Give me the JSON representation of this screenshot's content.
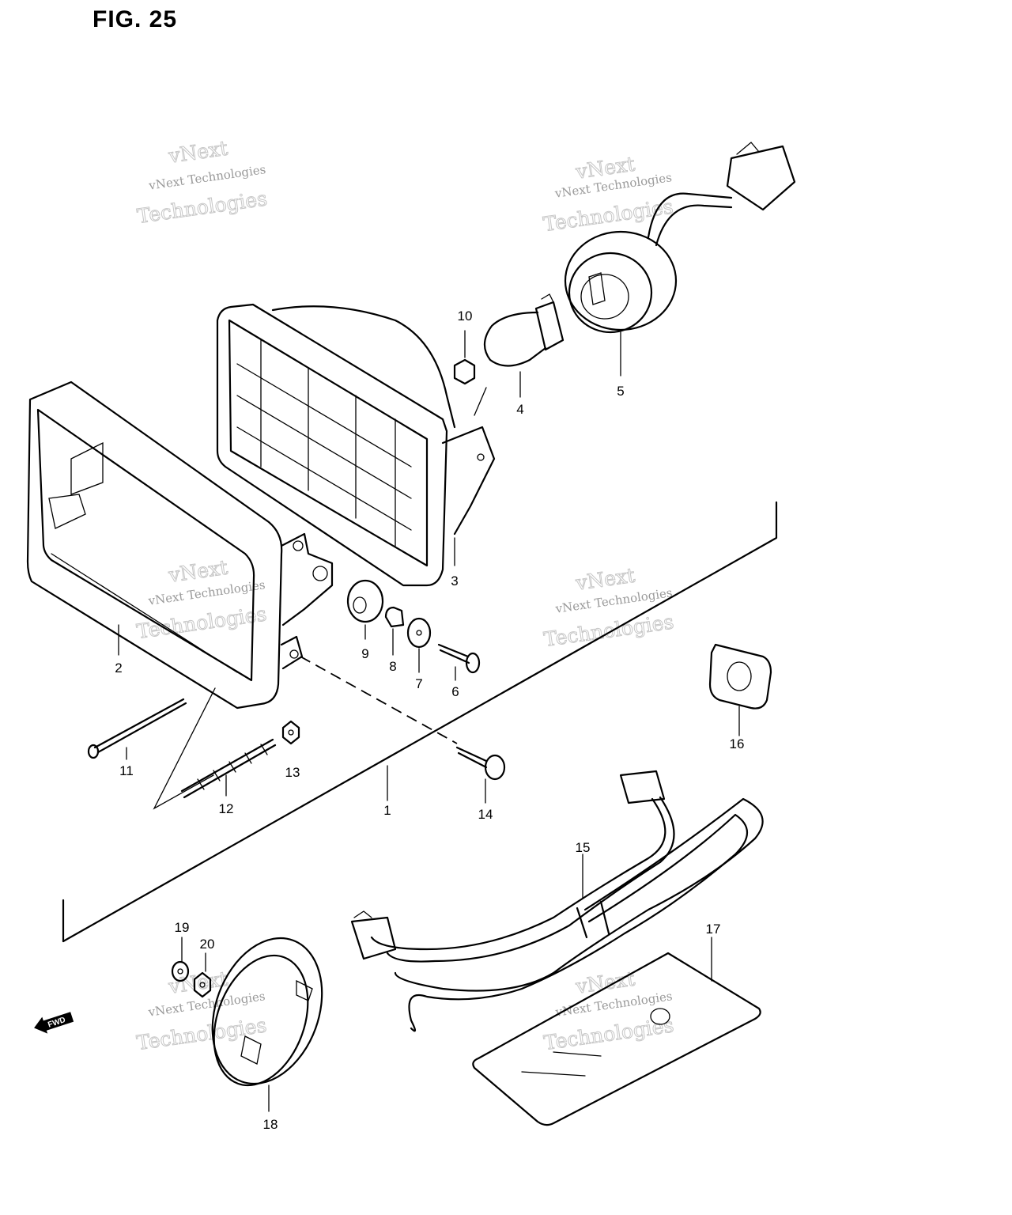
{
  "figure": {
    "title": "FIG. 25",
    "fwd_label": "FWD"
  },
  "watermark": {
    "line1": "vNext",
    "line2": "vNext Technologies",
    "line3": "Technologies"
  },
  "parts": [
    {
      "number": "1",
      "icon": "assembly-bracket"
    },
    {
      "number": "2",
      "icon": "lamp-housing-frame"
    },
    {
      "number": "3",
      "icon": "lamp-unit"
    },
    {
      "number": "4",
      "icon": "bulb"
    },
    {
      "number": "5",
      "icon": "bulb-socket"
    },
    {
      "number": "6",
      "icon": "screw"
    },
    {
      "number": "7",
      "icon": "washer"
    },
    {
      "number": "8",
      "icon": "collar"
    },
    {
      "number": "9",
      "icon": "grommet"
    },
    {
      "number": "10",
      "icon": "nut"
    },
    {
      "number": "11",
      "icon": "adjusting-screw"
    },
    {
      "number": "12",
      "icon": "spring"
    },
    {
      "number": "13",
      "icon": "nut"
    },
    {
      "number": "14",
      "icon": "bolt"
    },
    {
      "number": "15",
      "icon": "wiring-harness"
    },
    {
      "number": "16",
      "icon": "grommet"
    },
    {
      "number": "17",
      "icon": "caution-label"
    },
    {
      "number": "18",
      "icon": "lamp-cover"
    },
    {
      "number": "19",
      "icon": "washer"
    },
    {
      "number": "20",
      "icon": "nut"
    }
  ]
}
